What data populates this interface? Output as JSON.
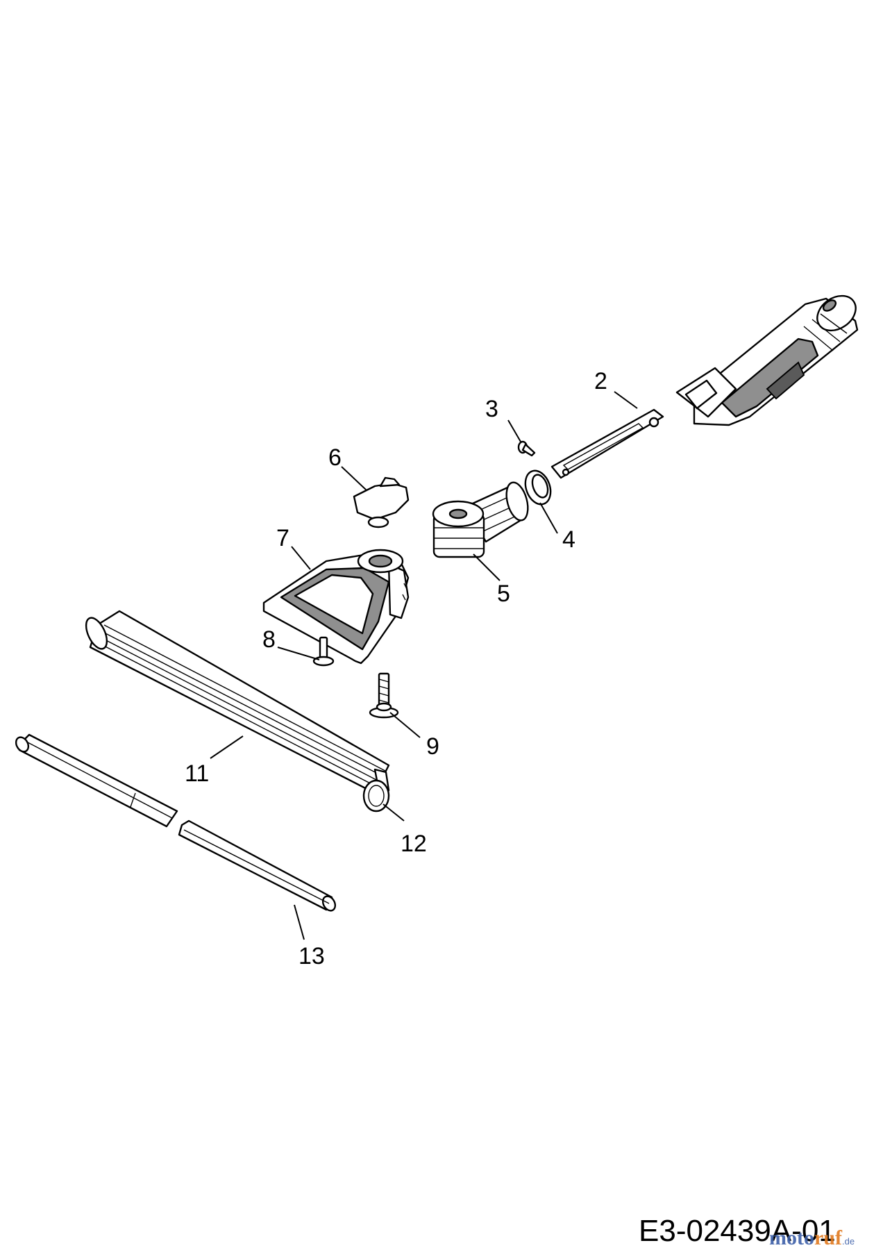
{
  "diagram": {
    "callouts": [
      "2",
      "3",
      "4",
      "5",
      "6",
      "7",
      "8",
      "9",
      "11",
      "12",
      "13"
    ],
    "reference_code": "E3-02439A-01",
    "watermark": {
      "part1": "moto",
      "part2": "ruf",
      "suffix": ".de"
    }
  }
}
